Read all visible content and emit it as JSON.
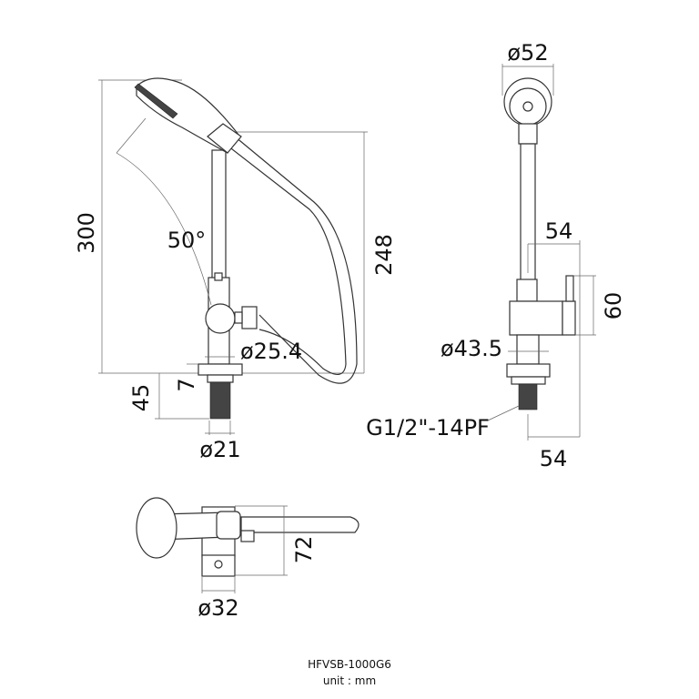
{
  "drawing": {
    "model": "HFVSB-1000G6",
    "unit": "unit : mm",
    "side_view": {
      "height_total": "300",
      "height_hose": "248",
      "angle": "50°",
      "body_diameter": "ø25.4",
      "plate_thickness": "7",
      "thread_length": "45",
      "thread_diameter": "ø21"
    },
    "front_view": {
      "head_diameter": "ø52",
      "handle_offset_top": "54",
      "handle_height": "60",
      "base_diameter": "ø43.5",
      "thread_spec": "G1/2\"-14PF",
      "handle_offset_bottom": "54"
    },
    "top_view": {
      "depth": "72",
      "body_diameter": "ø32"
    }
  }
}
